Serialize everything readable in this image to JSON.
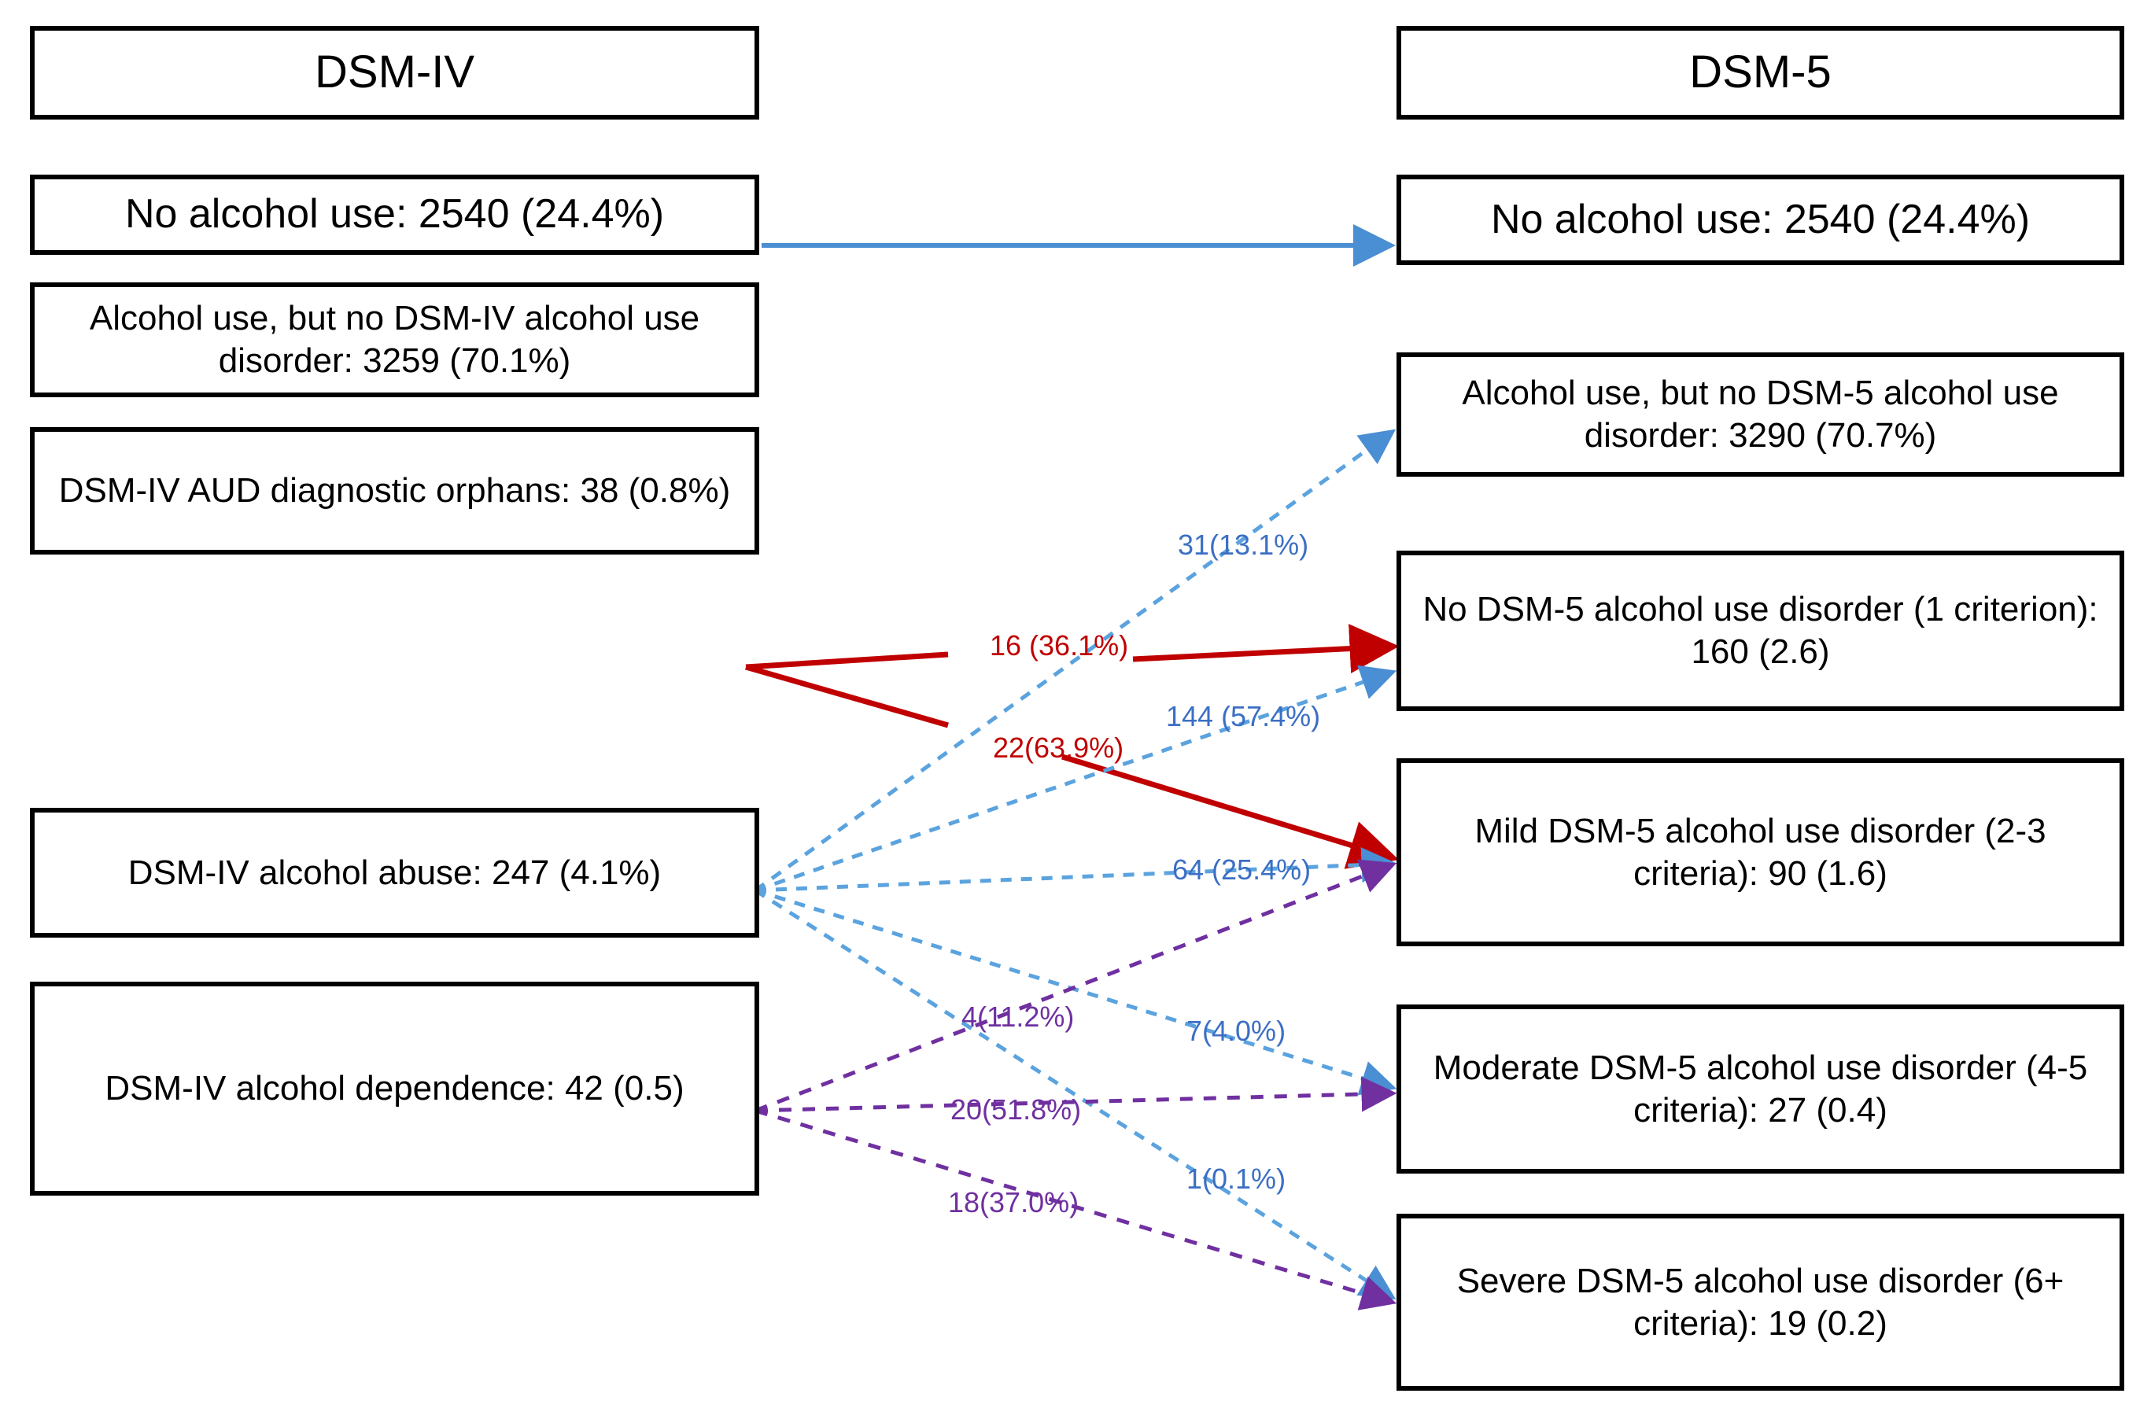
{
  "diagram": {
    "title": "DSM-IV to DSM-5 alcohol use disorder crosswalk",
    "colors": {
      "blue": "#4a8ed4",
      "blue_label": "#3b6fc4",
      "red": "#c00000",
      "purple": "#7030a0",
      "box_border": "#000000",
      "background": "#ffffff"
    }
  },
  "columns": {
    "left": {
      "header": "DSM-IV"
    },
    "right": {
      "header": "DSM-5"
    }
  },
  "left_boxes": [
    {
      "id": "l-no-alcohol",
      "text": "No alcohol use: 2540 (24.4%)"
    },
    {
      "id": "l-alcohol-no-aud",
      "text": "Alcohol use, but no DSM-IV alcohol use disorder: 3259 (70.1%)"
    },
    {
      "id": "l-orphans",
      "text": "DSM-IV AUD diagnostic orphans: 38 (0.8%)"
    },
    {
      "id": "l-abuse",
      "text": "DSM-IV alcohol abuse: 247 (4.1%)"
    },
    {
      "id": "l-dependence",
      "text": "DSM-IV alcohol dependence: 42 (0.5)"
    }
  ],
  "right_boxes": [
    {
      "id": "r-no-alcohol",
      "text": "No alcohol use: 2540 (24.4%)"
    },
    {
      "id": "r-alcohol-no-aud",
      "text": "Alcohol use, but no DSM-5 alcohol use disorder: 3290 (70.7%)"
    },
    {
      "id": "r-no-aud-1crit",
      "text": "No DSM-5 alcohol use disorder (1 criterion): 160 (2.6)"
    },
    {
      "id": "r-mild",
      "text": "Mild DSM-5 alcohol use disorder (2-3 criteria): 90 (1.6)"
    },
    {
      "id": "r-moderate",
      "text": "Moderate DSM-5 alcohol use disorder (4-5 criteria): 27 (0.4)"
    },
    {
      "id": "r-severe",
      "text": "Severe DSM-5 alcohol use disorder (6+ criteria): 19 (0.2)"
    }
  ],
  "edge_labels": [
    {
      "id": "e-31",
      "text": "31(13.1%)",
      "color": "blue"
    },
    {
      "id": "e-16",
      "text": "16 (36.1%)",
      "color": "red"
    },
    {
      "id": "e-144",
      "text": "144 (57.4%)",
      "color": "blue"
    },
    {
      "id": "e-22",
      "text": "22(63.9%)",
      "color": "red"
    },
    {
      "id": "e-64",
      "text": "64 (25.4%)",
      "color": "blue"
    },
    {
      "id": "e-4",
      "text": "4(11.2%)",
      "color": "purple"
    },
    {
      "id": "e-7",
      "text": "7(4.0%)",
      "color": "blue"
    },
    {
      "id": "e-20",
      "text": "20(51.8%)",
      "color": "purple"
    },
    {
      "id": "e-1",
      "text": "1(0.1%)",
      "color": "blue"
    },
    {
      "id": "e-18",
      "text": "18(37.0%)",
      "color": "purple"
    }
  ],
  "chart_data": {
    "type": "diagram",
    "title": "DSM-IV to DSM-5 alcohol use disorder crosswalk",
    "nodes_left": [
      {
        "label": "No alcohol use",
        "n": 2540,
        "pct": "24.4%"
      },
      {
        "label": "Alcohol use, but no DSM-IV alcohol use disorder",
        "n": 3259,
        "pct": "70.1%"
      },
      {
        "label": "DSM-IV AUD diagnostic orphans",
        "n": 38,
        "pct": "0.8%"
      },
      {
        "label": "DSM-IV alcohol abuse",
        "n": 247,
        "pct": "4.1%"
      },
      {
        "label": "DSM-IV alcohol dependence",
        "n": 42,
        "pct": "0.5"
      }
    ],
    "nodes_right": [
      {
        "label": "No alcohol use",
        "n": 2540,
        "pct": "24.4%"
      },
      {
        "label": "Alcohol use, but no DSM-5 alcohol use disorder",
        "n": 3290,
        "pct": "70.7%"
      },
      {
        "label": "No DSM-5 alcohol use disorder (1 criterion)",
        "n": 160,
        "pct": "2.6"
      },
      {
        "label": "Mild DSM-5 alcohol use disorder (2-3 criteria)",
        "n": 90,
        "pct": "1.6"
      },
      {
        "label": "Moderate DSM-5 alcohol use disorder (4-5 criteria)",
        "n": 27,
        "pct": "0.4"
      },
      {
        "label": "Severe DSM-5 alcohol use disorder (6+ criteria)",
        "n": 19,
        "pct": "0.2"
      }
    ],
    "flows": [
      {
        "from": "No alcohol use",
        "to": "No alcohol use",
        "label": "",
        "color": "blue",
        "style": "solid"
      },
      {
        "from": "DSM-IV AUD diagnostic orphans",
        "to": "No DSM-5 alcohol use disorder (1 criterion)",
        "label": "16 (36.1%)",
        "n": 16,
        "pct": 36.1,
        "color": "red",
        "style": "solid"
      },
      {
        "from": "DSM-IV AUD diagnostic orphans",
        "to": "Mild DSM-5 alcohol use disorder (2-3 criteria)",
        "label": "22(63.9%)",
        "n": 22,
        "pct": 63.9,
        "color": "red",
        "style": "solid"
      },
      {
        "from": "DSM-IV alcohol abuse",
        "to": "Alcohol use, but no DSM-5 alcohol use disorder",
        "label": "31(13.1%)",
        "n": 31,
        "pct": 13.1,
        "color": "blue",
        "style": "dashed"
      },
      {
        "from": "DSM-IV alcohol abuse",
        "to": "No DSM-5 alcohol use disorder (1 criterion)",
        "label": "144 (57.4%)",
        "n": 144,
        "pct": 57.4,
        "color": "blue",
        "style": "dashed"
      },
      {
        "from": "DSM-IV alcohol abuse",
        "to": "Mild DSM-5 alcohol use disorder (2-3 criteria)",
        "label": "64 (25.4%)",
        "n": 64,
        "pct": 25.4,
        "color": "blue",
        "style": "dashed"
      },
      {
        "from": "DSM-IV alcohol abuse",
        "to": "Moderate DSM-5 alcohol use disorder (4-5 criteria)",
        "label": "7(4.0%)",
        "n": 7,
        "pct": 4.0,
        "color": "blue",
        "style": "dashed"
      },
      {
        "from": "DSM-IV alcohol abuse",
        "to": "Severe DSM-5 alcohol use disorder (6+ criteria)",
        "label": "1(0.1%)",
        "n": 1,
        "pct": 0.1,
        "color": "blue",
        "style": "dashed"
      },
      {
        "from": "DSM-IV alcohol dependence",
        "to": "Mild DSM-5 alcohol use disorder (2-3 criteria)",
        "label": "4(11.2%)",
        "n": 4,
        "pct": 11.2,
        "color": "purple",
        "style": "dashed"
      },
      {
        "from": "DSM-IV alcohol dependence",
        "to": "Moderate DSM-5 alcohol use disorder (4-5 criteria)",
        "label": "20(51.8%)",
        "n": 20,
        "pct": 51.8,
        "color": "purple",
        "style": "dashed"
      },
      {
        "from": "DSM-IV alcohol dependence",
        "to": "Severe DSM-5 alcohol use disorder (6+ criteria)",
        "label": "18(37.0%)",
        "n": 18,
        "pct": 37.0,
        "color": "purple",
        "style": "dashed"
      }
    ]
  }
}
